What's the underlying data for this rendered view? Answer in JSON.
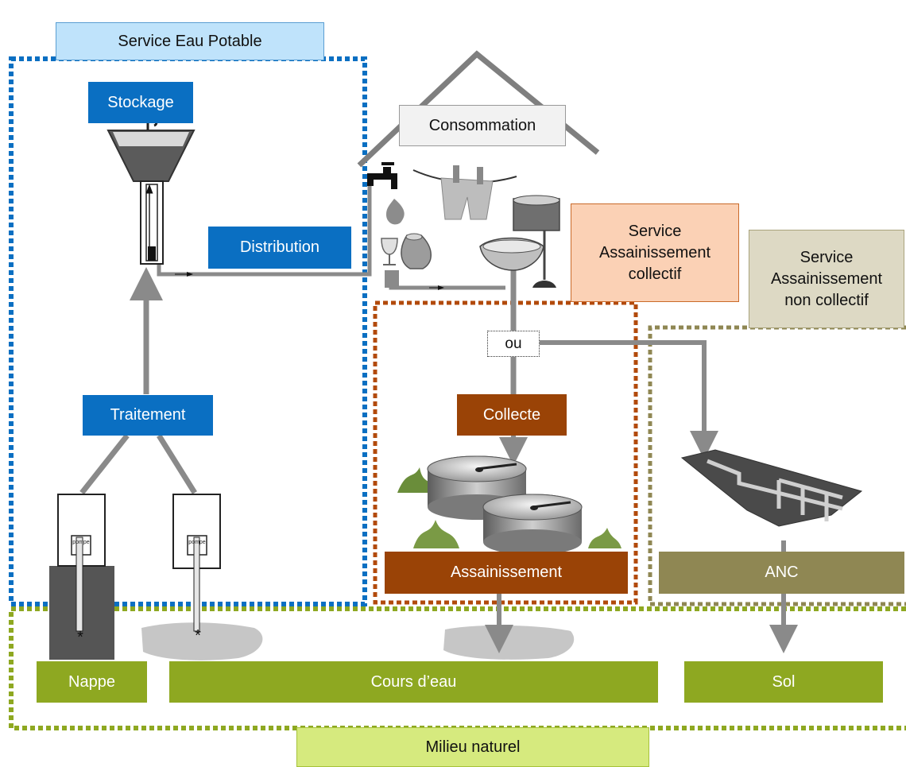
{
  "labels": {
    "service_eau_potable": "Service Eau Potable",
    "stockage": "Stockage",
    "distribution": "Distribution",
    "traitement": "Traitement",
    "consommation": "Consommation",
    "service_assainissement_collectif": [
      "Service",
      "Assainissement",
      "collectif"
    ],
    "service_assainissement_non_collectif": [
      "Service",
      "Assainissement",
      "non collectif"
    ],
    "ou": "ou",
    "collecte": "Collecte",
    "assainissement": "Assainissement",
    "anc": "ANC",
    "nappe": "Nappe",
    "cours_deau": "Cours d’eau",
    "sol": "Sol",
    "milieu_naturel": "Milieu naturel",
    "pompe": "pompe"
  },
  "colors": {
    "blue": "#0a6fc2",
    "brown": "#9a4306",
    "olive": "#8f8753",
    "green": "#8ea821",
    "light_blue": "#bfe3fb",
    "salmon": "#fbd1b5",
    "beige": "#ddd9c4",
    "light_green": "#d6ea7e",
    "pipe": "#8a8a8a"
  }
}
